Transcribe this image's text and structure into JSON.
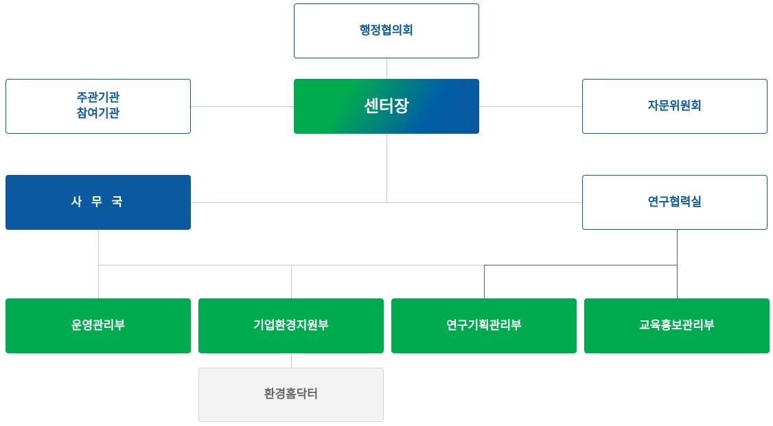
{
  "org_chart": {
    "council": "행정협의회",
    "director": "센터장",
    "host_institutions": "주관기관\n참여기관",
    "advisory_committee": "자문위원회",
    "secretariat": "사 무 국",
    "research_office": "연구협력실",
    "departments": [
      "운영관리부",
      "기업환경지원부",
      "연구기획관리부",
      "교육홍보관리부"
    ],
    "sub_unit": "환경홈닥터"
  },
  "colors": {
    "primary_blue": "#0b5aa0",
    "primary_green": "#00ab4f",
    "sub_unit_bg": "#f3f3f3"
  }
}
